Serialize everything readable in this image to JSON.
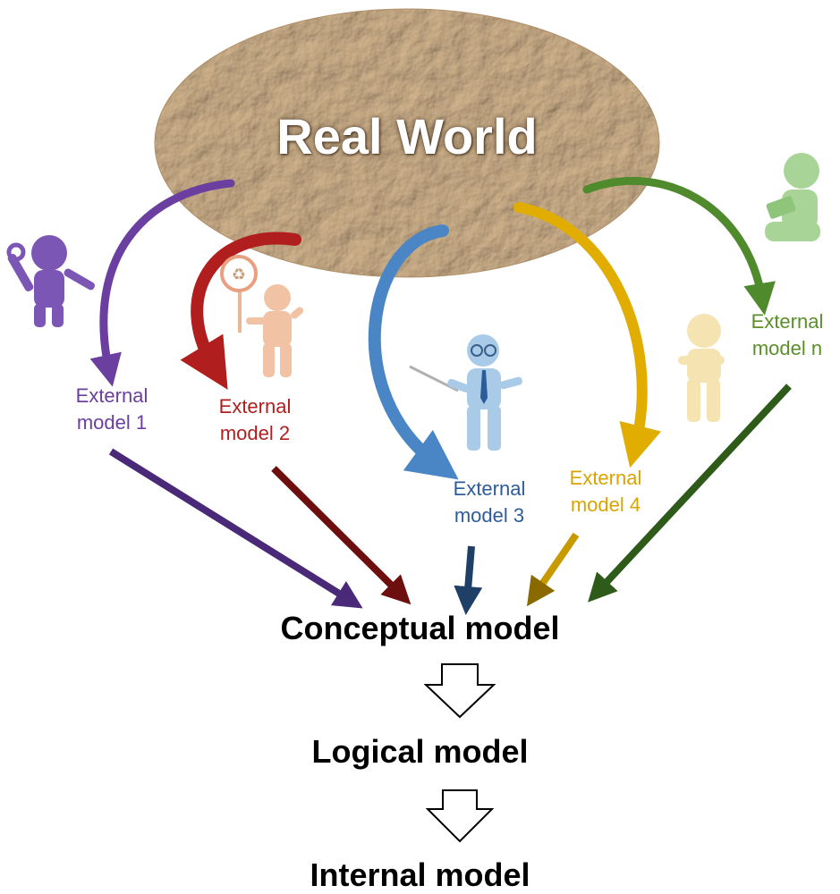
{
  "real_world": {
    "label": "Real World",
    "fill": "#c9a882"
  },
  "external_models": [
    {
      "line1": "External",
      "line2": "model 1",
      "color": "#6b3fa0",
      "figure": "wrench-person-icon"
    },
    {
      "line1": "External",
      "line2": "model 2",
      "color": "#b01e1e",
      "figure": "recycle-sign-person-icon"
    },
    {
      "line1": "External",
      "line2": "model 3",
      "color": "#2e5c9a",
      "figure": "presenter-person-icon"
    },
    {
      "line1": "External",
      "line2": "model 4",
      "color": "#d9a400",
      "figure": "thinking-person-icon"
    },
    {
      "line1": "External",
      "line2": "model n",
      "color": "#5a8f2a",
      "figure": "reading-person-icon"
    }
  ],
  "levels": {
    "conceptual": "Conceptual model",
    "logical": "Logical model",
    "internal": "Internal model"
  }
}
